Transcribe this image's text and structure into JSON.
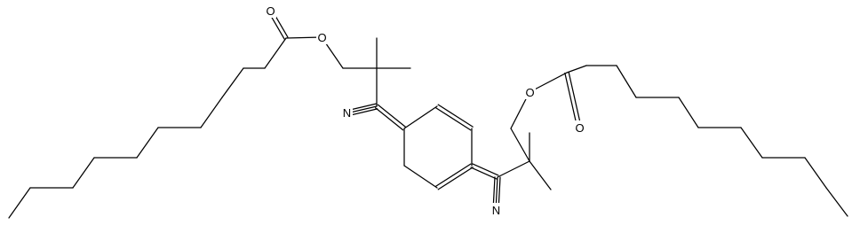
{
  "structure": {
    "atoms": {
      "o_carbonyl_left": "O",
      "o_ester_left": "O",
      "n_nitrile_left": "N",
      "o_ester_right": "O",
      "o_carbonyl_right": "O",
      "n_nitrile_right": "N"
    }
  }
}
